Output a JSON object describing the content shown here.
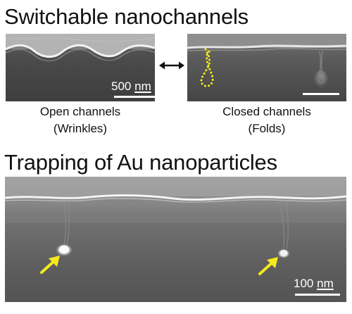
{
  "figure": {
    "title_top": "Switchable nanochannels",
    "title_bottom": "Trapping of Au nanoparticles"
  },
  "panels": {
    "open": {
      "scale_value": "500",
      "scale_unit": "nm",
      "caption_line1": "Open channels",
      "caption_line2": "(Wrinkles)"
    },
    "closed": {
      "caption_line1": "Closed channels",
      "caption_line2": "(Folds)"
    },
    "trap": {
      "scale_value": "100",
      "scale_unit": "nm"
    }
  },
  "colors": {
    "highlight": "#f5ea1a",
    "scale_text": "#ffffff",
    "title_text": "#111111"
  },
  "icons": {
    "switch": "double-arrow-icon",
    "particle_marker": "arrow-icon"
  }
}
